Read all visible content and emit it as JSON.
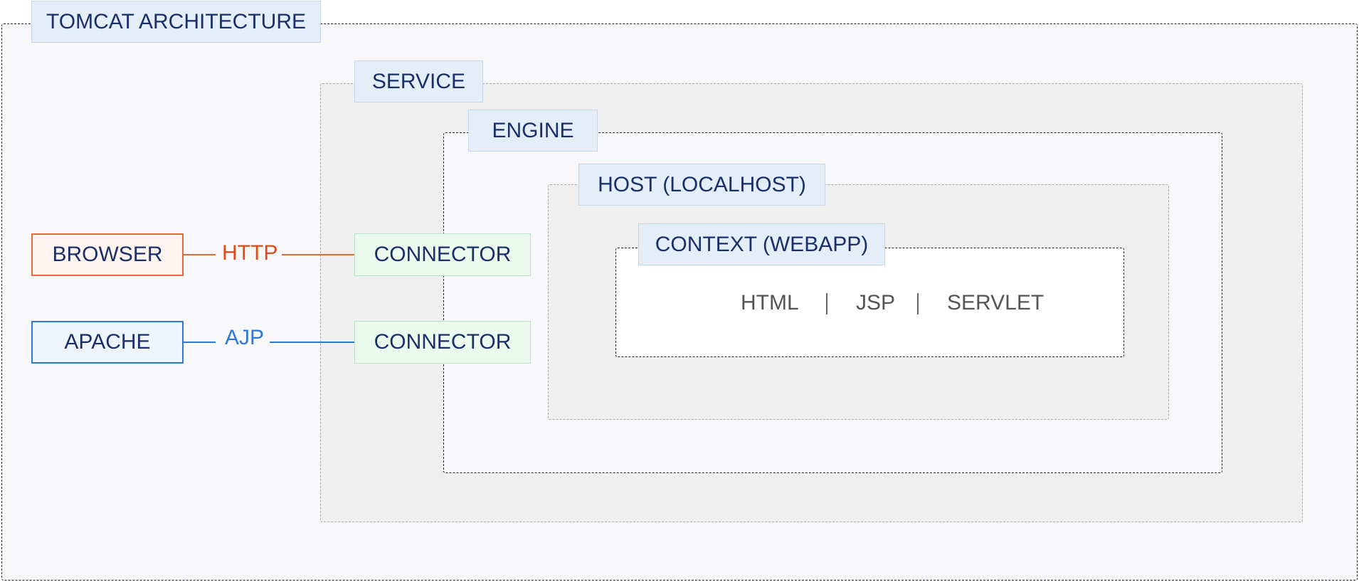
{
  "title": "TOMCAT ARCHITECTURE",
  "containers": {
    "service": "SERVICE",
    "engine": "ENGINE",
    "host": "HOST (LOCALHOST)",
    "context": "CONTEXT (WEBAPP)"
  },
  "clients": {
    "browser": "BROWSER",
    "apache": "APACHE"
  },
  "protocols": {
    "http": "HTTP",
    "ajp": "AJP"
  },
  "connectors": [
    "CONNECTOR",
    "CONNECTOR"
  ],
  "webapp_contents": [
    "HTML",
    "JSP",
    "SERVLET"
  ],
  "colors": {
    "http": "#e04a1a",
    "ajp": "#2d7ad6",
    "label_text": "#1b2f6b"
  }
}
